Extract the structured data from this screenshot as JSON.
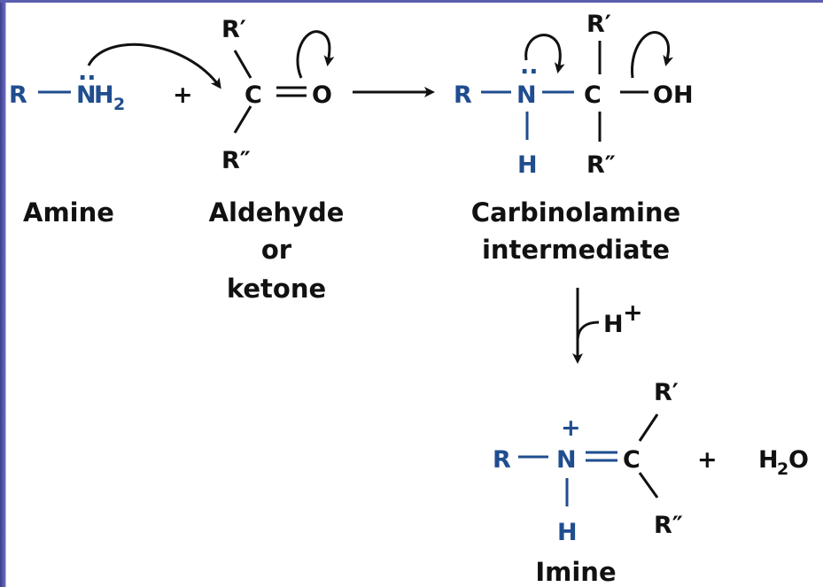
{
  "amine": {
    "r": "R",
    "n": "N",
    "h": "H",
    "sub2": "2",
    "lone_pair": "··",
    "name": "Amine"
  },
  "plus1": "+",
  "carbonyl": {
    "r1": "R′",
    "r2": "R″",
    "c": "C",
    "o": "O",
    "name_line1": "Aldehyde",
    "name_line2": "or",
    "name_line3": "ketone"
  },
  "carbinolamine": {
    "r": "R",
    "n": "N",
    "h": "H",
    "c": "C",
    "oh": "OH",
    "r1": "R′",
    "r2": "R″",
    "lone_pair": "··",
    "name_line1": "Carbinolamine",
    "name_line2": "intermediate"
  },
  "catalyst": {
    "h": "H",
    "charge": "+"
  },
  "imine": {
    "r": "R",
    "n": "N",
    "h": "H",
    "c": "C",
    "charge": "+",
    "r1": "R′",
    "r2": "R″",
    "name": "Imine"
  },
  "plus2": "+",
  "water": {
    "h": "H",
    "sub2": "2",
    "o": "O"
  },
  "colors": {
    "nitrogen_blue": "#1f4d8f",
    "text_black": "#111111",
    "border_purple": "#5c5fb0"
  }
}
